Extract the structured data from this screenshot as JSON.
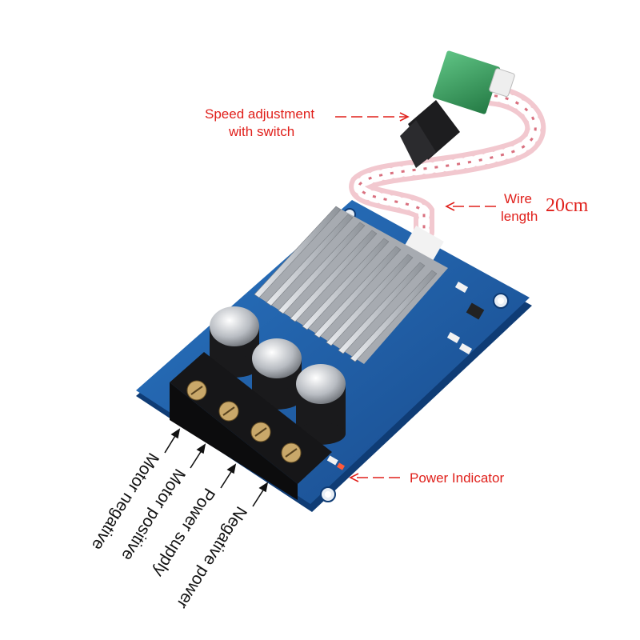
{
  "labels": {
    "speed_line1": "Speed adjustment",
    "speed_line2": "with switch",
    "wire_line1": "Wire",
    "wire_line2": "length",
    "wire_value": "20cm",
    "power_indicator": "Power Indicator",
    "terminals": [
      "Motor negative",
      "Motor positive",
      "Power supply",
      "Negative power"
    ]
  },
  "colors": {
    "annotation_red": "#e0201b",
    "terminal_label": "#111111",
    "pcb_blue": "#1f5fa8",
    "heatsink": "#c8cbd0",
    "potentiometer_green": "#3a9a5c"
  },
  "icons": [
    "dc-motor-controller-board",
    "aluminum-heatsink",
    "capacitor",
    "screw-terminal-block",
    "potentiometer-knob",
    "ribbon-cable"
  ]
}
